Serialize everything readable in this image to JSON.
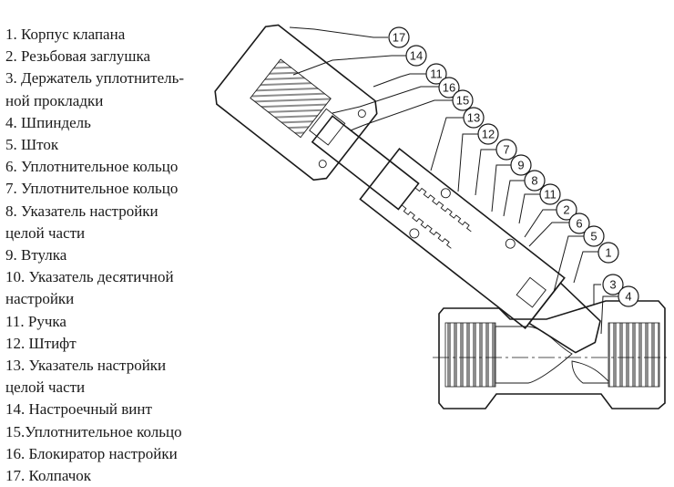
{
  "legend": [
    {
      "number": "1",
      "lines": [
        "1. Корпус клапана"
      ]
    },
    {
      "number": "2",
      "lines": [
        "2. Резьбовая заглушка"
      ]
    },
    {
      "number": "3",
      "lines": [
        "3. Держатель уплотнитель-",
        "ной прокладки"
      ]
    },
    {
      "number": "4",
      "lines": [
        "4. Шпиндель"
      ]
    },
    {
      "number": "5",
      "lines": [
        "5. Шток"
      ]
    },
    {
      "number": "6",
      "lines": [
        "6. Уплотнительное кольцо"
      ]
    },
    {
      "number": "7",
      "lines": [
        "7. Уплотнительное кольцо"
      ]
    },
    {
      "number": "8",
      "lines": [
        "8. Указатель настройки",
        "целой части"
      ]
    },
    {
      "number": "9",
      "lines": [
        "9. Втулка"
      ]
    },
    {
      "number": "10",
      "lines": [
        "10. Указатель десятичной",
        "настройки"
      ]
    },
    {
      "number": "11",
      "lines": [
        "11. Ручка"
      ]
    },
    {
      "number": "12",
      "lines": [
        "12. Штифт"
      ]
    },
    {
      "number": "13",
      "lines": [
        "13. Указатель настройки",
        "целой части"
      ]
    },
    {
      "number": "14",
      "lines": [
        "14. Настроечный винт"
      ]
    },
    {
      "number": "15",
      "lines": [
        "15.Уплотнительное кольцо"
      ]
    },
    {
      "number": "16",
      "lines": [
        "16. Блокиратор настройки"
      ]
    },
    {
      "number": "17",
      "lines": [
        "17. Колпачок"
      ]
    }
  ],
  "callouts": [
    {
      "label": "17"
    },
    {
      "label": "14"
    },
    {
      "label": "11"
    },
    {
      "label": "16"
    },
    {
      "label": "15"
    },
    {
      "label": "13"
    },
    {
      "label": "12"
    },
    {
      "label": "7"
    },
    {
      "label": "9"
    },
    {
      "label": "8"
    },
    {
      "label": "11"
    },
    {
      "label": "2"
    },
    {
      "label": "6"
    },
    {
      "label": "5"
    },
    {
      "label": "1"
    },
    {
      "label": "3"
    },
    {
      "label": "4"
    }
  ],
  "colors": {
    "line": "#1a1a1a",
    "thread_fill": "#8c8c8c",
    "background": "#ffffff"
  }
}
